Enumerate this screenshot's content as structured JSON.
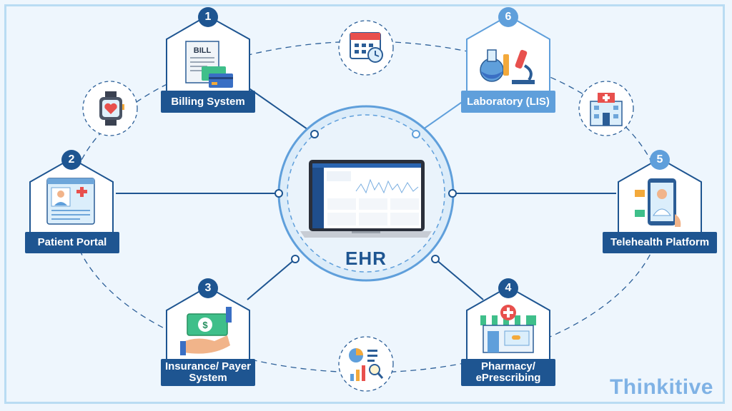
{
  "center": {
    "title": "EHR"
  },
  "nodes": [
    {
      "id": "billing",
      "number": "1",
      "label": "Billing System",
      "bill_text": "BILL"
    },
    {
      "id": "patient-portal",
      "number": "2",
      "label": "Patient Portal"
    },
    {
      "id": "insurance",
      "number": "3",
      "label": "Insurance/ Payer System"
    },
    {
      "id": "pharmacy",
      "number": "4",
      "label": "Pharmacy/ ePrescribing"
    },
    {
      "id": "telehealth",
      "number": "5",
      "label": "Telehealth Platform"
    },
    {
      "id": "laboratory",
      "number": "6",
      "label": "Laboratory (LIS)"
    }
  ],
  "satellites": [
    {
      "icon": "calendar-clock-icon"
    },
    {
      "icon": "smartwatch-heart-icon"
    },
    {
      "icon": "hospital-building-icon"
    },
    {
      "icon": "analytics-chart-icon"
    }
  ],
  "brand": {
    "name": "Thinkitive"
  },
  "colors": {
    "dark_blue": "#1e5591",
    "light_blue": "#5f9fdb",
    "background": "#eef6fd"
  }
}
